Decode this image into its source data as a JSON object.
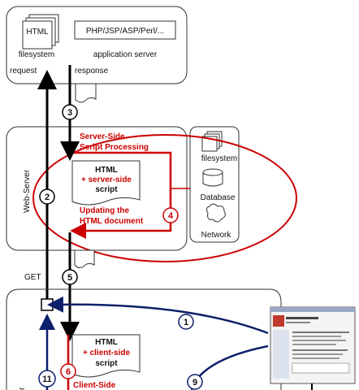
{
  "top_box": {
    "html_label": "HTML",
    "filesystem_label": "filesystem",
    "server_tech": "PHP/JSP/ASP/Perl/...",
    "app_server_label": "application server",
    "request_label": "request",
    "response_label": "response"
  },
  "web_server": {
    "vertical_label": "Web-Server",
    "ssp_title": "Server-Side\nScript Processing",
    "doc_line1": "HTML",
    "doc_line2": "+ server-side",
    "doc_line3": "script",
    "update_title": "Updating the\nHTML document",
    "resources": [
      "filesystem",
      "Database",
      "Network"
    ]
  },
  "steps": {
    "s1": "1",
    "s2": "2",
    "s3": "3",
    "s4": "4",
    "s5": "5",
    "s6": "6",
    "s9": "9",
    "s11": "11"
  },
  "get_label": "GET",
  "client": {
    "doc_line1": "HTML",
    "doc_line2": "+ client-side",
    "doc_line3": "script",
    "csp_title": "Client-Side"
  },
  "colors": {
    "red": "#cc0000",
    "navy": "#0d1f6b",
    "black": "#000000"
  }
}
